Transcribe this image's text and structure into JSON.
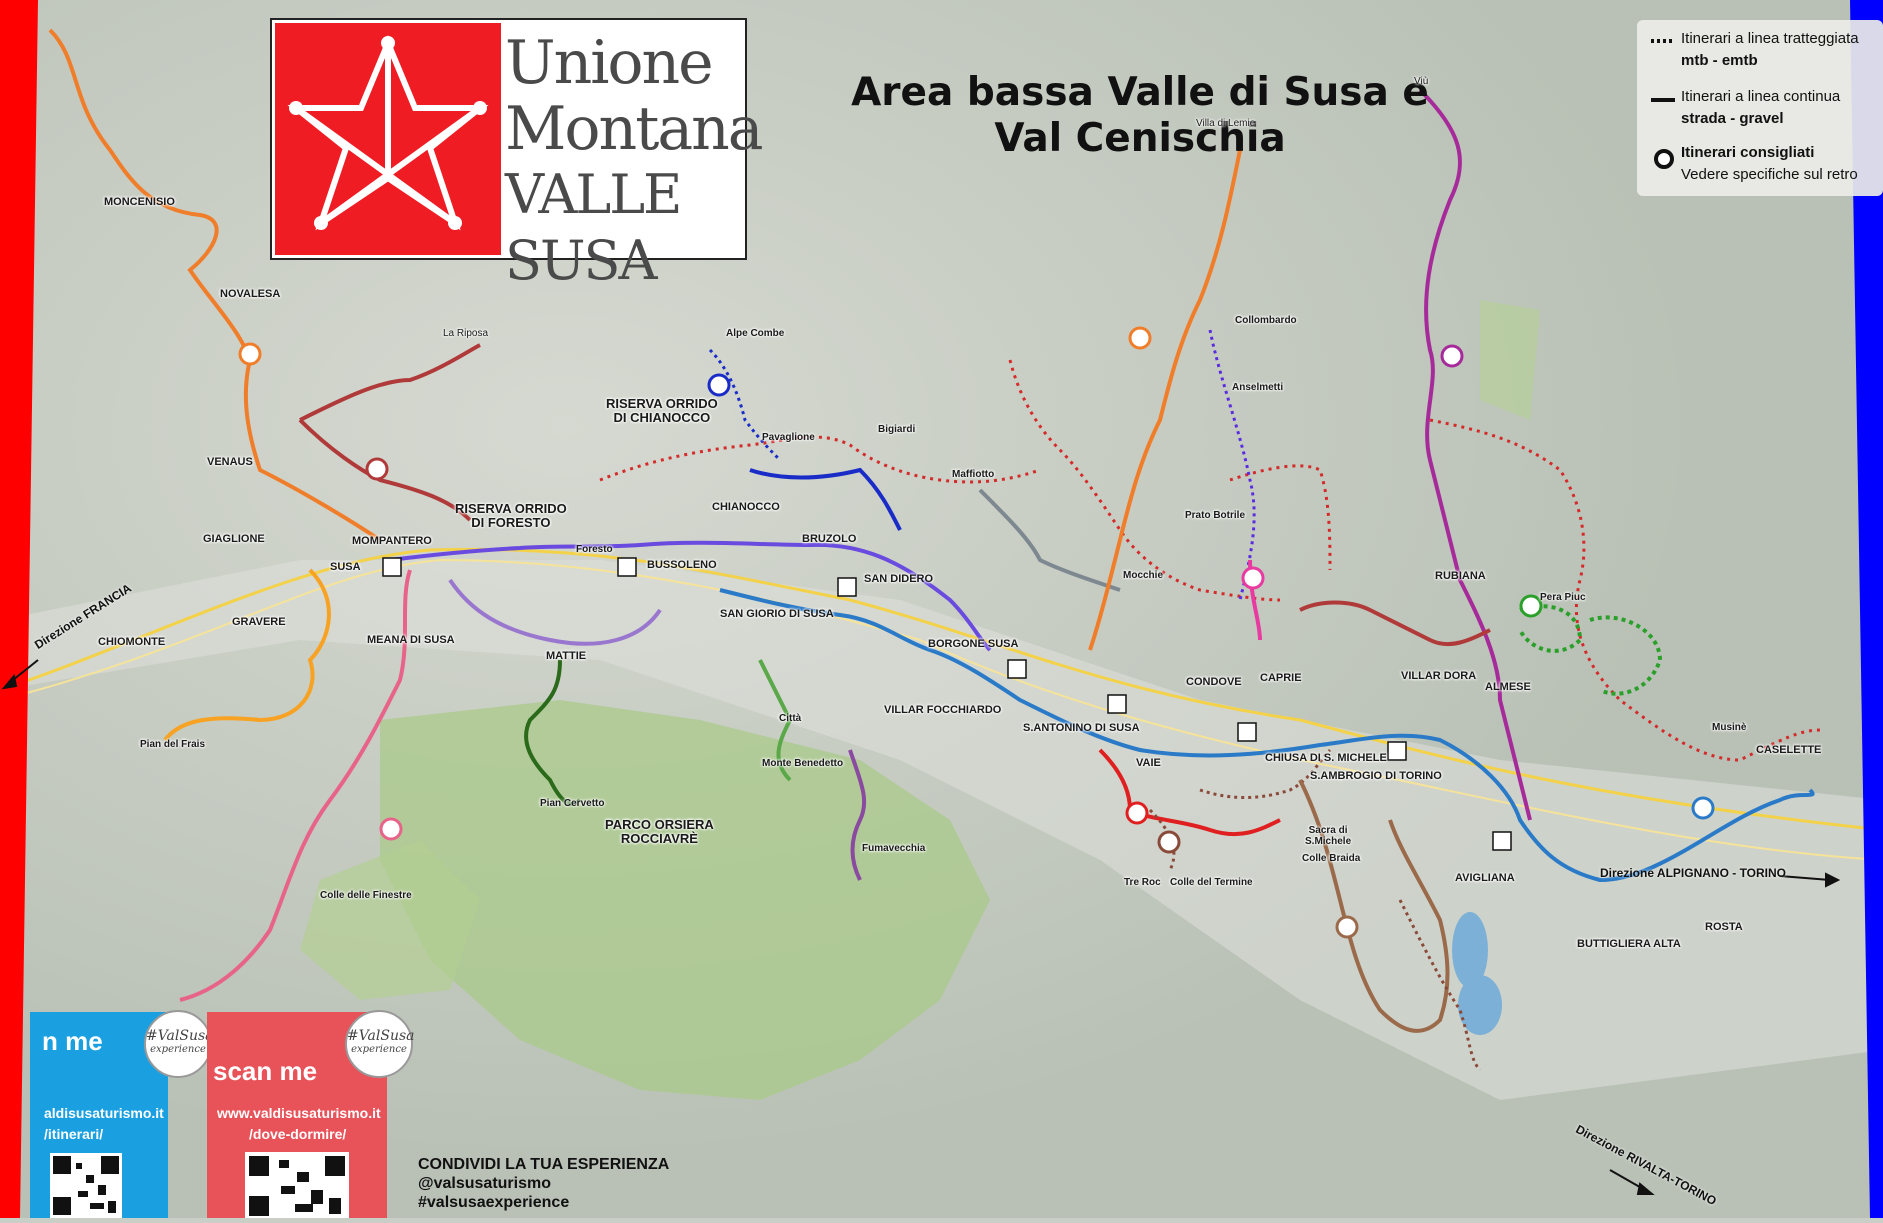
{
  "title_line1": "Area bassa Valle di Susa e",
  "title_line2": "Val Cenischia",
  "logo": {
    "line1": "Unione",
    "line2": "Montana",
    "line3": "VALLE SUSA"
  },
  "legend": {
    "dashed_title": "Itinerari a linea tratteggiata",
    "dashed_sub": "mtb - emtb",
    "solid_title": "Itinerari a linea continua",
    "solid_sub": "strada - gravel",
    "rec_title": "Itinerari consigliati",
    "rec_sub": "Vedere specifiche sul retro"
  },
  "places": {
    "moncenisio": "MONCENISIO",
    "novalesa": "NOVALESA",
    "venaus": "VENAUS",
    "la_riposa": "La Riposa",
    "giaglione": "GIAGLIONE",
    "mompantero": "MOMPANTERO",
    "susa": "SUSA",
    "gravere": "GRAVERE",
    "chiomonte": "CHIOMONTE",
    "meana": "MEANA DI SUSA",
    "pian_frais": "Pian del Frais",
    "colle_finestre": "Colle delle Finestre",
    "riserva_foresto_1": "RISERVA ORRIDO",
    "riserva_foresto_2": "DI FORESTO",
    "foresto": "Foresto",
    "bussoleno": "BUSSOLENO",
    "mattie": "MATTIE",
    "pian_cervetto": "Pian Cervetto",
    "parco_1": "PARCO ORSIERA",
    "parco_2": "ROCCIAVRÈ",
    "alpe_combe": "Alpe Combe",
    "riserva_chianocco_1": "RISERVA ORRIDO",
    "riserva_chianocco_2": "DI CHIANOCCO",
    "pavaglione": "Pavaglione",
    "bigiardi": "Bigiardi",
    "chianocco": "CHIANOCCO",
    "bruzolo": "BRUZOLO",
    "san_didero": "SAN DIDERO",
    "san_giorio": "SAN GIORIO DI SUSA",
    "citta": "Città",
    "maffiotto": "Maffiotto",
    "borgone": "BORGONE SUSA",
    "villar_focchiardo": "VILLAR FOCCHIARDO",
    "monte_benedetto": "Monte Benedetto",
    "fumavecchia": "Fumavecchia",
    "s_antonino": "S.ANTONINO DI SUSA",
    "vaie": "VAIE",
    "tre_roc": "Tre Roc",
    "colle_termine": "Colle del Termine",
    "villa_lemie": "Villa di Lemie",
    "collombardo": "Collombardo",
    "anselmetti": "Anselmetti",
    "prato_botrile": "Prato Botrile",
    "mocchie": "Mocchie",
    "condove": "CONDOVE",
    "caprie": "CAPRIE",
    "chiusa": "CHIUSA DI S. MICHELE",
    "s_ambrogio": "S.AMBROGIO DI TORINO",
    "sacra_1": "Sacra di",
    "sacra_2": "S.Michele",
    "colle_braida": "Colle Braida",
    "rubiana": "RUBIANA",
    "pera_piuc": "Pera Piuc",
    "villar_dora": "VILLAR DORA",
    "almese": "ALMESE",
    "avigliana": "AVIGLIANA",
    "buttigliera": "BUTTIGLIERA ALTA",
    "rosta": "ROSTA",
    "musine": "Musinè",
    "caselette": "CASELETTE",
    "viu": "Viù"
  },
  "directions": {
    "francia": "Direzione FRANCIA",
    "alpignano": "Direzione ALPIGNANO - TORINO",
    "rivalta": "Direzione RIVALTA-TORINO"
  },
  "qr_left": {
    "scan": "n me",
    "url1": "aldisusaturismo.it",
    "url2": "/itinerari/"
  },
  "qr_right": {
    "scan": "scan me",
    "url1": "www.valdisusaturismo.it",
    "url2": "/dove-dormire/"
  },
  "badge": {
    "line1": "#ValSusa",
    "line2": "experience"
  },
  "share": {
    "line1": "CONDIVIDI LA TUA ESPERIENZA",
    "line2": "@valsusaturismo",
    "line3": "#valsusaexperience"
  },
  "colors": {
    "border_left": "#ff0000",
    "border_right": "#0000ff",
    "logo_red": "#ef1c24",
    "qr_blue": "#1aa0e0",
    "qr_red": "#e8535a"
  }
}
